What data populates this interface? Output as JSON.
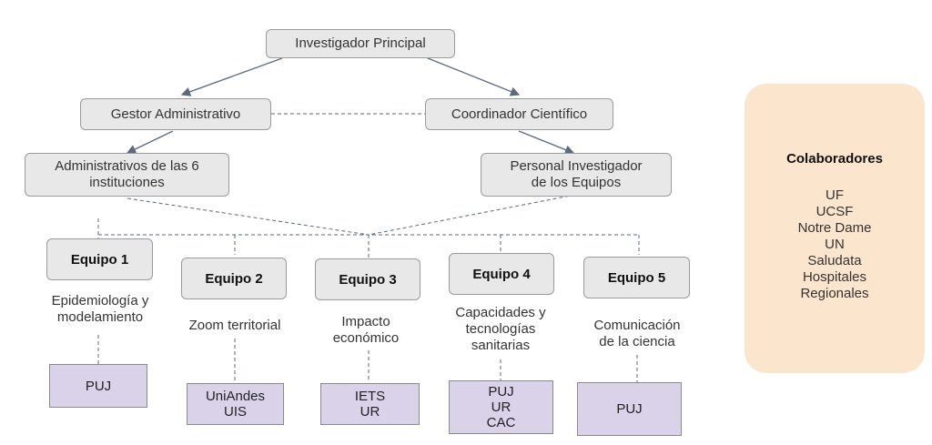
{
  "org_chart": {
    "principal": "Investigador Principal",
    "admin_manager": "Gestor Administrativo",
    "scientific_coordinator": "Coordinador Científico",
    "admin_staff_line1": "Administrativos de las 6",
    "admin_staff_line2": "instituciones",
    "research_staff_line1": "Personal Investigador",
    "research_staff_line2": "de los Equipos"
  },
  "teams": [
    {
      "label": "Equipo 1",
      "desc": [
        "Epidemiología y",
        "modelamiento"
      ],
      "institutions": [
        "PUJ"
      ]
    },
    {
      "label": "Equipo 2",
      "desc": [
        "Zoom territorial"
      ],
      "institutions": [
        "UniAndes",
        "UIS"
      ]
    },
    {
      "label": "Equipo 3",
      "desc": [
        "Impacto",
        "económico"
      ],
      "institutions": [
        "IETS",
        "UR"
      ]
    },
    {
      "label": "Equipo 4",
      "desc": [
        "Capacidades y",
        "tecnologías",
        "sanitarias"
      ],
      "institutions": [
        "PUJ",
        "UR",
        "CAC"
      ]
    },
    {
      "label": "Equipo 5",
      "desc": [
        "Comunicación",
        "de la ciencia"
      ],
      "institutions": [
        "PUJ"
      ]
    }
  ],
  "collaborators": {
    "title": "Colaboradores",
    "items": [
      "UF",
      "UCSF",
      "Notre Dame",
      "UN",
      "Saludata",
      "Hospitales",
      "Regionales"
    ]
  },
  "colors": {
    "node_fill": "#e8e8e8",
    "institution_fill": "#d9d2e9",
    "collaborators_fill": "#fce5cd",
    "line_color": "#5b6a7e"
  }
}
